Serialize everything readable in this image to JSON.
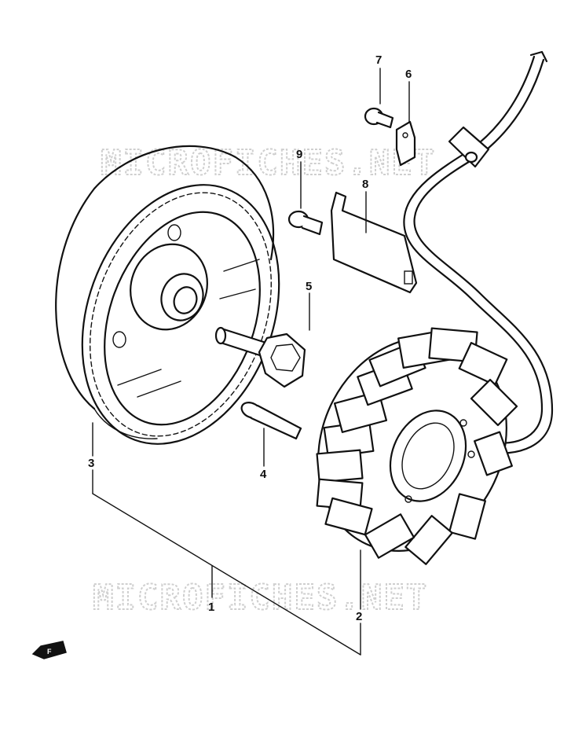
{
  "watermark": {
    "text_top": "MICROFICHES.NET",
    "text_bottom": "MICROFICHES.NET"
  },
  "callouts": {
    "c1": "1",
    "c2": "2",
    "c3": "3",
    "c4": "4",
    "c5": "5",
    "c6": "6",
    "c7": "7",
    "c8": "8",
    "c9": "9"
  },
  "front_marker": "F"
}
